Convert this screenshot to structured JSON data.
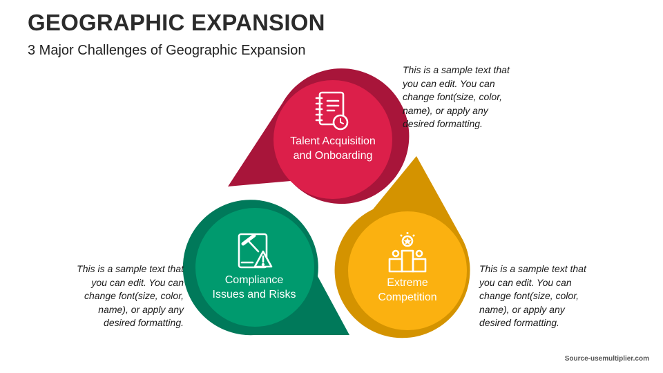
{
  "header": {
    "title": "GEOGRAPHIC EXPANSION",
    "subtitle": "3 Major Challenges of Geographic Expansion"
  },
  "items": [
    {
      "label_line1": "Talent Acquisition",
      "label_line2": "and Onboarding",
      "description": "This is a sample text that you can edit. You can change font(size, color, name), or apply any desired formatting.",
      "icon": "resume-clock-icon",
      "color": "#DC1F4A",
      "dark_color": "#A8153A"
    },
    {
      "label_line1": "Compliance",
      "label_line2": "Issues and Risks",
      "description": "This is a sample text that you can edit. You can change font(size, color, name), or apply any desired formatting.",
      "icon": "gavel-warning-icon",
      "color": "#009A6E",
      "dark_color": "#00795A"
    },
    {
      "label_line1": "Extreme",
      "label_line2": "Competition",
      "description": "This is a sample text that you can edit. You can change font(size, color, name), or apply any desired formatting.",
      "icon": "podium-star-icon",
      "color": "#FBB110",
      "dark_color": "#D49300"
    }
  ],
  "footer": {
    "source": "Source-usemultiplier.com"
  }
}
